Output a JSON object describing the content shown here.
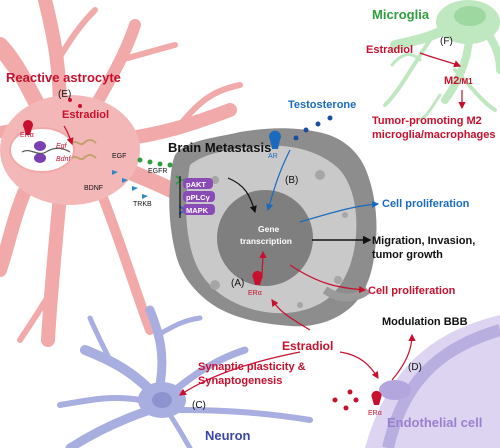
{
  "labels": {
    "reactive_astrocyte": "Reactive astrocyte",
    "astrocyte_id": "(E)",
    "astrocyte_estradiol": "Estradiol",
    "er_alpha_astro": "ERα",
    "egf_gene": "Egf",
    "bdnf_gene": "Bdnf",
    "egf": "EGF",
    "bdnf": "BDNF",
    "egfr": "EGFR",
    "trkb": "TRKB",
    "brain_metastasis": "Brain Metastasis",
    "pakt": "pAKT",
    "pplc": "pPLCγ",
    "mapk": "MAPK",
    "gene_transcription_1": "Gene",
    "gene_transcription_2": "transcription",
    "testosterone": "Testosterone",
    "ar": "AR",
    "tumor_b": "(B)",
    "tumor_a": "(A)",
    "er_alpha_tumor": "ERα",
    "cell_prolif_blue": "Cell proliferation",
    "migration_1": "Migration, Invasion,",
    "migration_2": "tumor growth",
    "cell_prolif_red": "Cell proliferation",
    "microglia": "Microglia",
    "microglia_estradiol": "Estradiol",
    "microglia_id": "(F)",
    "m2m1_a": "M2",
    "m2m1_b": "/M1",
    "tumor_promoting_1": "Tumor-promoting M2",
    "tumor_promoting_2": "microglia/macrophages",
    "modulation_bbb": "Modulation BBB",
    "endothelial_id": "(D)",
    "endothelial_cell": "Endothelial cell",
    "er_alpha_endo": "ERα",
    "center_estradiol": "Estradiol",
    "synaptic_1": "Synaptic plasticity &",
    "synaptic_2": "Synaptogenesis",
    "neuron_id": "(C)",
    "neuron": "Neuron"
  },
  "colors": {
    "red": "#c8102e",
    "blue": "#1a6bbf",
    "green": "#2e9e3e",
    "astrocyte": "#f4b3b3",
    "neuron": "#a8aee0",
    "endothelial": "#cfc7ea",
    "tumor": "#8d8d8d",
    "microglia": "#bfe8c1"
  }
}
